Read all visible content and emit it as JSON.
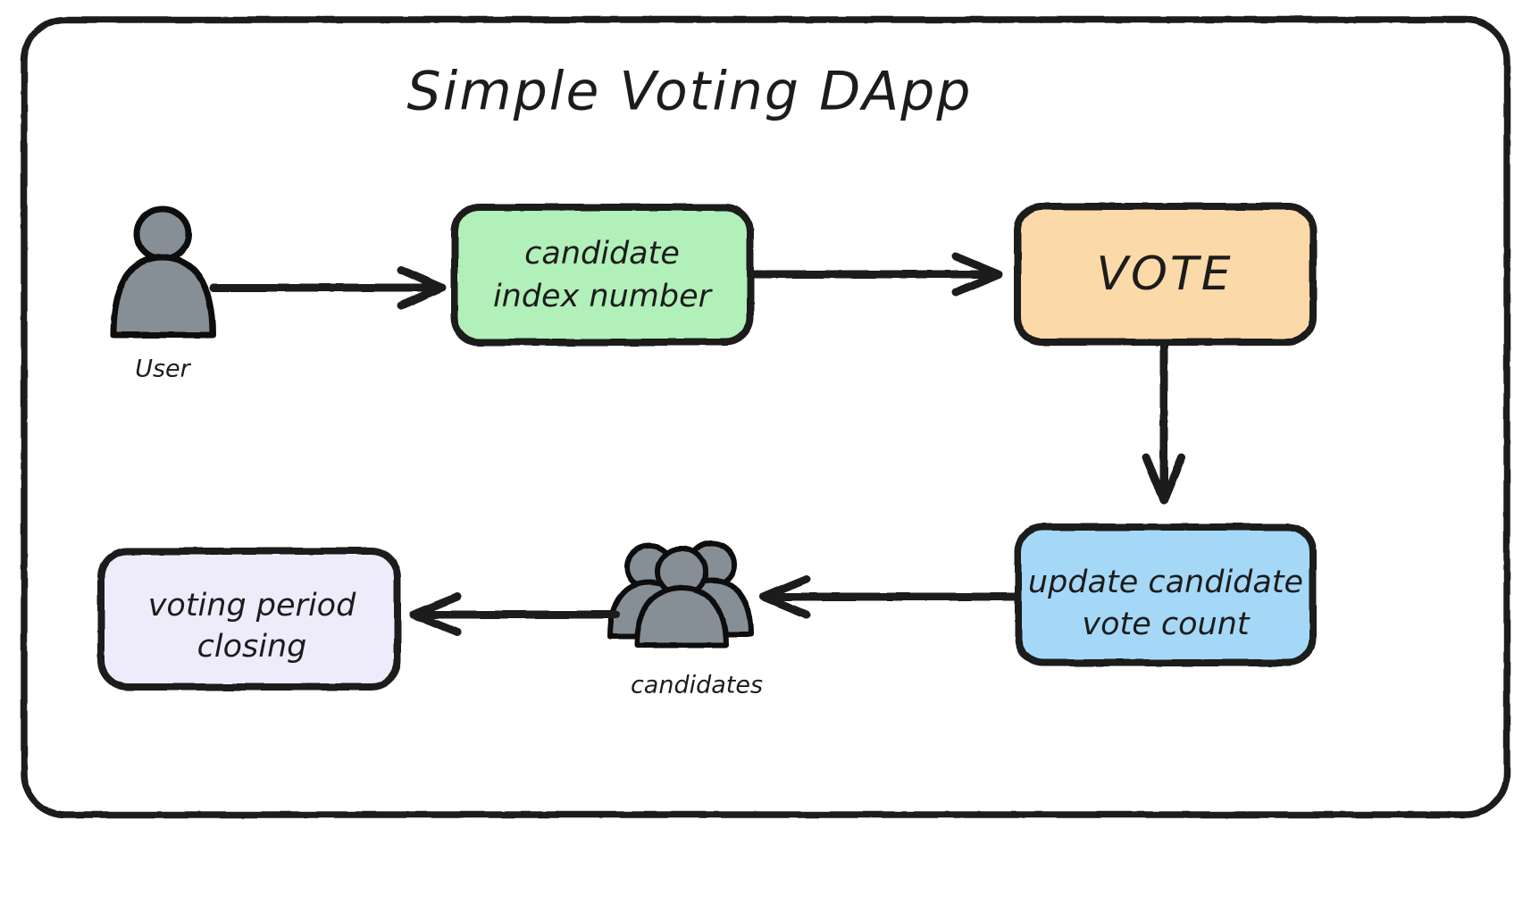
{
  "diagram": {
    "title": "Simple Voting DApp",
    "frame": {
      "border_color": "#1f1f1f",
      "background": "#ffffff"
    },
    "nodes": [
      {
        "id": "user",
        "type": "actor-icon",
        "icon": "person-icon",
        "label": "User",
        "fill": "#868e96",
        "stroke": "#111111"
      },
      {
        "id": "candidate-index",
        "type": "box",
        "label_line_1": "candidate",
        "label_line_2": "index number",
        "fill": "#b1f0b8",
        "stroke": "#1c1c1c"
      },
      {
        "id": "vote",
        "type": "box",
        "label": "VOTE",
        "fill": "#fcd9a8",
        "stroke": "#1c1c1c"
      },
      {
        "id": "update-count",
        "type": "box",
        "label_line_1": "update candidate",
        "label_line_2": "vote count",
        "fill": "#a5d8f7",
        "stroke": "#1c1c1c"
      },
      {
        "id": "candidates",
        "type": "actor-icon",
        "icon": "people-group-icon",
        "label": "candidates",
        "fill": "#868e96",
        "stroke": "#111111"
      },
      {
        "id": "voting-period-closing",
        "type": "box",
        "label_line_1": "voting period",
        "label_line_2": "closing",
        "fill": "#eeecfb",
        "stroke": "#1c1c1c"
      }
    ],
    "edges": [
      {
        "id": "edge-user-to-candidate-index",
        "from": "user",
        "to": "candidate-index",
        "direction": "right"
      },
      {
        "id": "edge-candidate-index-to-vote",
        "from": "candidate-index",
        "to": "vote",
        "direction": "right"
      },
      {
        "id": "edge-vote-to-update-count",
        "from": "vote",
        "to": "update-count",
        "direction": "down"
      },
      {
        "id": "edge-update-count-to-candidates",
        "from": "update-count",
        "to": "candidates",
        "direction": "left"
      },
      {
        "id": "edge-candidates-to-voting-period-closing",
        "from": "candidates",
        "to": "voting-period-closing",
        "direction": "left"
      }
    ]
  }
}
